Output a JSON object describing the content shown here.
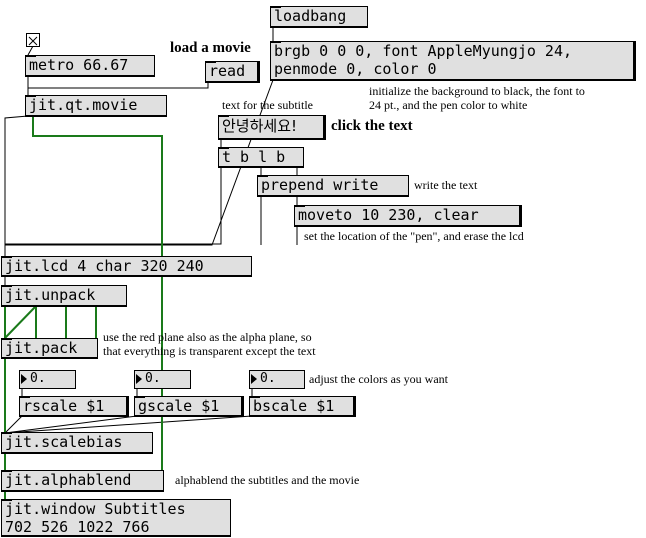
{
  "objects": {
    "loadbang": "loadbang",
    "brgb_msg": "brgb 0 0 0, font AppleMyungjo 24,\npenmode 0, color 0",
    "metro": "metro 66.67",
    "read": "read",
    "qtmovie": "jit.qt.movie",
    "subtitle_msg": "안녕하세요!",
    "trigger": "t b l b",
    "prepend": "prepend write",
    "moveto": "moveto 10 230, clear",
    "lcd": "jit.lcd 4 char 320 240",
    "unpack": "jit.unpack",
    "pack": "jit.pack",
    "num_r": "0.",
    "num_g": "0.",
    "num_b": "0.",
    "rscale": "rscale $1",
    "gscale": "gscale $1",
    "bscale": "bscale $1",
    "scalebias": "jit.scalebias",
    "alphablend": "jit.alphablend",
    "window": "jit.window Subtitles\n702 526 1022 766"
  },
  "comments": {
    "load_movie": "load a movie",
    "init_bg": "initialize the background to black, the font to\n24 pt., and the pen color to white",
    "text_subtitle": "text for the subtitle",
    "click_text": "click the text",
    "write_text": "write the text",
    "set_location": "set the location of the \"pen\", and erase the lcd",
    "red_plane": "use the red plane also as the alpha plane, so\nthat everything is transparent except the text",
    "adjust_colors": "adjust the colors as you want",
    "alphablend_note": "alphablend the subtitles and the movie"
  },
  "colors": {
    "box_fill": "#e0e0e0",
    "patch_cord": "#000000",
    "signal_cord": "#1a7a1a"
  }
}
